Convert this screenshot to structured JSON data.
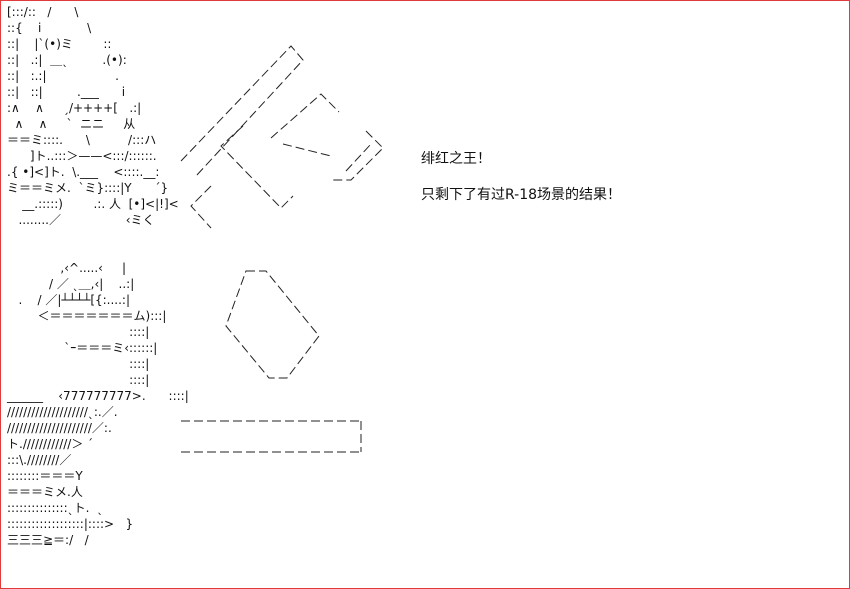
{
  "frame_color": "#e03a3a",
  "ascii_art": "[:::/::   /      \\\n::{    i            \\\n::|    |ˋ(•)ミ        ::\n::|   .:|  ＿ˎ         .(•):\n::|   :.:|                  .\n::|   ::|         .___      i\n:∧    ∧     ˏ/++++[   .:|\n  ∧    ∧     ˋ  ニニ     从\n＝＝ミ::::.      \\          /:::ハ\n      ]ト..:::＞——<:::/::::::.\n.{ •]<]ト.  \\.___    <::::.__:\nミ＝＝ミメ.  ˋミ}::::|Y      ´}\n    __.:::::)        .:. 人  [•]<|!]<\n   ........／                 ‹ミく\n\n\n              ,‹^.....‹     |\n           / ／ ˎ＿,‹|    ..:|\n   .    / ／|┴┴┴┴[{:....:|\n        ＜＝＝＝＝＝＝＝ム):::|\n                                ::::|\n               ˋｰ＝＝＝ミ‹::::::|\n                                ::::|\n                                ::::|\n______    ‹777777777>.      ::::|\n////////////////////ˎ:.／.\n/////////////////////／:.\nト.////////////＞ ´\n:::\\.////////／\n::::::::＝＝＝Y\n＝＝＝ミメ.人\n:::::::::::::::ˎト.  ˎ\n:::::::::::::::::::|::::>   }\n三三三≧＝:/   /",
  "caption": {
    "line1": "绯红之王！",
    "line2": "只剩下了有过R-18场景的结果！"
  }
}
